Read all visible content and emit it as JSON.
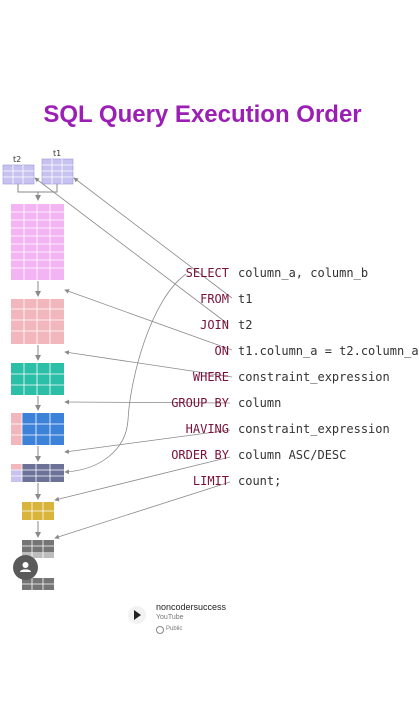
{
  "title": "SQL Query Execution Order",
  "tables": {
    "t1": "t1",
    "t2": "t2"
  },
  "clauses": [
    {
      "keyword": "SELECT",
      "argument": "column_a, column_b"
    },
    {
      "keyword": "FROM",
      "argument": "t1"
    },
    {
      "keyword": "JOIN",
      "argument": "t2"
    },
    {
      "keyword": "ON",
      "argument": "t1.column_a = t2.column_a"
    },
    {
      "keyword": "WHERE",
      "argument": "constraint_expression"
    },
    {
      "keyword": "GROUP BY",
      "argument": "column"
    },
    {
      "keyword": "HAVING",
      "argument": "constraint_expression"
    },
    {
      "keyword": "ORDER BY",
      "argument": "column ASC/DESC"
    },
    {
      "keyword": "LIMIT",
      "argument": "count;"
    }
  ],
  "colors": {
    "title": "#9b1fb5",
    "keyword": "#7a1038",
    "t_tables": "#c7c2f0",
    "joined": "#f3b4f3",
    "filtered": "#f2b7bd",
    "grouped": "#2bbfa8",
    "having_blue": "#3c82d9",
    "sorted": "#6b7197",
    "limited": "#d8b43a",
    "final": "#757575"
  },
  "video_card": {
    "channel": "noncodersuccess",
    "platform": "YouTube",
    "visibility": "Public"
  },
  "icons": [
    "avatar-icon",
    "play-icon",
    "globe-icon"
  ]
}
